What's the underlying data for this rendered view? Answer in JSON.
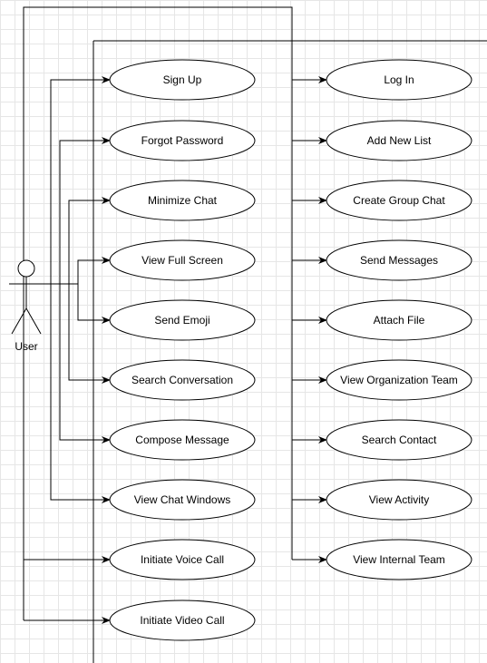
{
  "actor": {
    "name": "User"
  },
  "left_use_cases": [
    "Sign Up",
    "Forgot Password",
    "Minimize Chat",
    "View Full Screen",
    "Send Emoji",
    "Search Conversation",
    "Compose Message",
    "View Chat Windows",
    "Initiate Voice Call",
    "Initiate Video Call"
  ],
  "right_use_cases": [
    "Log In",
    "Add New List",
    "Create Group Chat",
    "Send Messages",
    "Attach File",
    "View Organization Team",
    "Search Contact",
    "View Activity",
    "View Internal Team"
  ],
  "colors": {
    "line": "#000000",
    "fill": "#ffffff",
    "grid": "#e6e6e6"
  }
}
